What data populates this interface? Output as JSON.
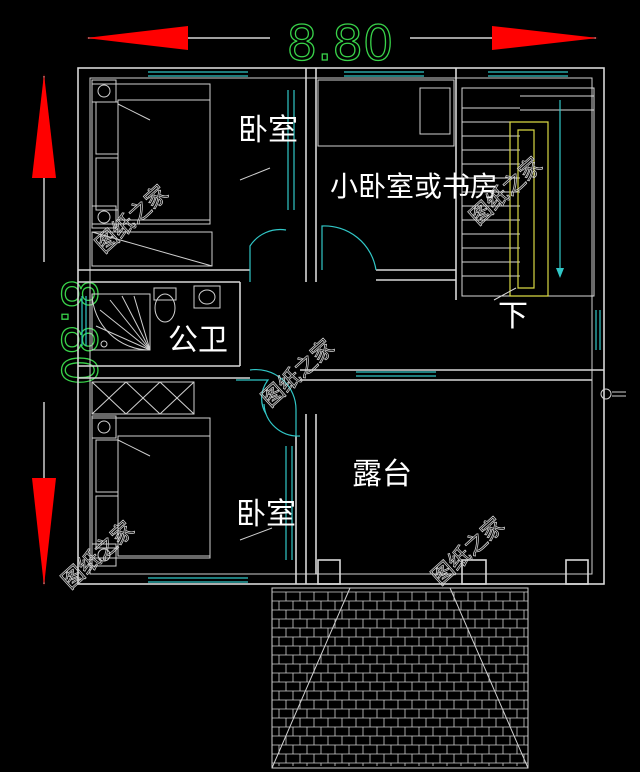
{
  "dimensions": {
    "width_label": "8.80",
    "height_label": "8.80"
  },
  "rooms": {
    "bedroom_top": "卧室",
    "small_bedroom_study": "小卧室或书房",
    "bathroom": "公卫",
    "terrace": "露台",
    "bedroom_bottom": "卧室",
    "stair_down": "下"
  },
  "watermark": "图纸之家",
  "colors": {
    "background": "#000000",
    "walls": "#d8d8d8",
    "windows_doors": "#31c7c7",
    "dimension_arrows": "#ff0000",
    "dimension_text": "#39d34a",
    "stair_railing": "#d9d944"
  }
}
